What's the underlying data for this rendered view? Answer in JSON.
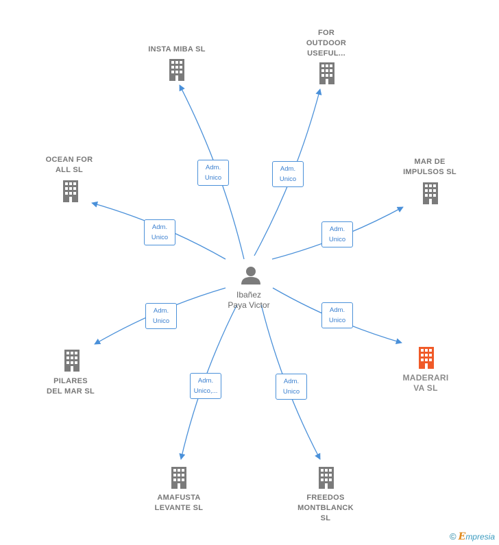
{
  "center": {
    "label": "Ibañez\nPaya Victor"
  },
  "nodes": [
    {
      "id": "insta",
      "label": "INSTA MIBA SL",
      "edge": "Adm.\nUnico",
      "highlight": false
    },
    {
      "id": "for",
      "label": "FOR\nOUTDOOR\nUSEFUL...",
      "edge": "Adm.\nUnico",
      "highlight": false
    },
    {
      "id": "ocean",
      "label": "OCEAN FOR\nALL  SL",
      "edge": "Adm.\nUnico",
      "highlight": false
    },
    {
      "id": "mar",
      "label": "MAR DE\nIMPULSOS  SL",
      "edge": "Adm.\nUnico",
      "highlight": false
    },
    {
      "id": "pilares",
      "label": "PILARES\nDEL MAR  SL",
      "edge": "Adm.\nUnico",
      "highlight": false
    },
    {
      "id": "maderari",
      "label": "MADERARI\nVA  SL",
      "edge": "Adm.\nUnico",
      "highlight": true
    },
    {
      "id": "amafusta",
      "label": "AMAFUSTA\nLEVANTE  SL",
      "edge": "Adm.\nUnico,...",
      "highlight": false
    },
    {
      "id": "freedos",
      "label": "FREEDOS\nMONTBLANCK\nSL",
      "edge": "Adm.\nUnico",
      "highlight": false
    }
  ],
  "colors": {
    "edge": "#4a90d9",
    "building": "#7b7b7b",
    "highlight": "#f05a28",
    "person": "#7b7b7b"
  },
  "footer": {
    "copyright": "©",
    "brand_initial": "E",
    "brand_rest": "mpresia"
  }
}
